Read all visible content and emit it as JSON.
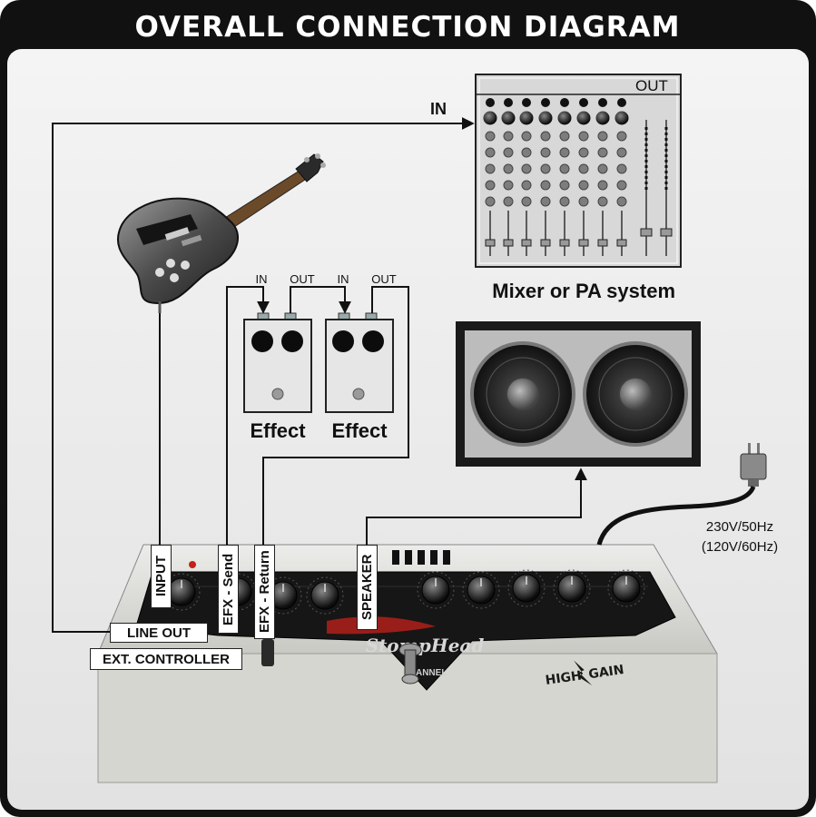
{
  "title": "OVERALL CONNECTION DIAGRAM",
  "mixer": {
    "out_label": "OUT",
    "in_label": "IN",
    "caption": "Mixer or PA system"
  },
  "effects": [
    {
      "in_label": "IN",
      "out_label": "OUT",
      "caption": "Effect"
    },
    {
      "in_label": "IN",
      "out_label": "OUT",
      "caption": "Effect"
    }
  ],
  "power": {
    "line1": "230V/50Hz",
    "line2": "(120V/60Hz)"
  },
  "jacks": {
    "input": "INPUT",
    "efx_send": "EFX - Send",
    "efx_return": "EFX - Return",
    "speaker": "SPEAKER",
    "line_out": "LINE OUT",
    "ext_controller": "EXT. CONTROLLER"
  },
  "amp": {
    "brand": "StompHead",
    "badge_left": "HIGH",
    "badge_right": "GAIN",
    "footswitch_label": "CHANNEL"
  },
  "colors": {
    "frame": "#111111",
    "panel": "#ececec",
    "amp_body": "#dcdcd6",
    "amp_face": "#1a1a1a",
    "red": "#b0201a"
  }
}
